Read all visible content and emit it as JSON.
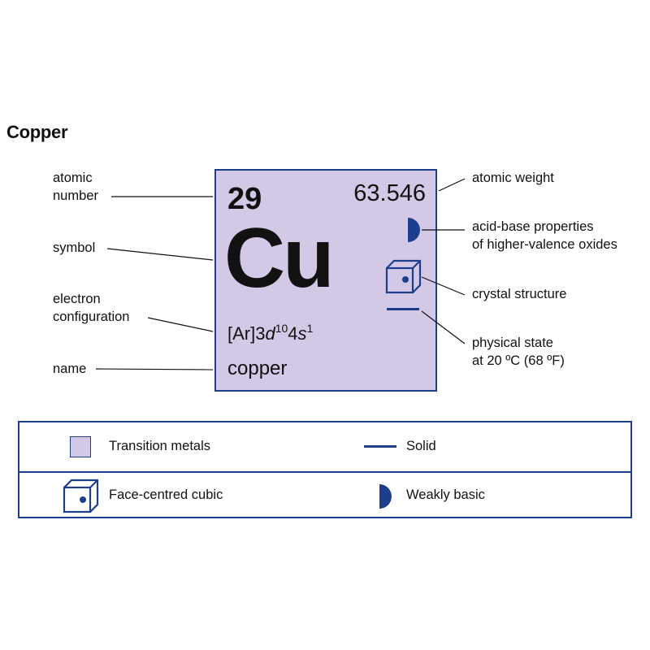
{
  "title": "Copper",
  "element": {
    "atomic_number": "29",
    "atomic_weight": "63.546",
    "symbol": "Cu",
    "config_prefix": "[Ar]3",
    "config_orbital_d": "d",
    "config_d_count": "10",
    "config_mid": "4",
    "config_orbital_s": "s",
    "config_s_count": "1",
    "name": "copper"
  },
  "labels": {
    "atomic_number_line1": "atomic",
    "atomic_number_line2": "number",
    "symbol": "symbol",
    "electron_config_line1": "electron",
    "electron_config_line2": "configuration",
    "name": "name",
    "atomic_weight": "atomic weight",
    "acid_base_line1": "acid-base properties",
    "acid_base_line2": "of higher-valence oxides",
    "crystal_structure": "crystal structure",
    "physical_state_line1": "physical state",
    "physical_state_line2": "at 20 ºC (68 ºF)"
  },
  "legend": {
    "transition_metals": "Transition metals",
    "solid": "Solid",
    "face_centred_cubic": "Face-centred cubic",
    "weakly_basic": "Weakly basic"
  },
  "colors": {
    "accent": "#1d3e8c",
    "transition_metal_fill": "#d3c8e6"
  },
  "icons": {
    "crystal": "face-centred-cubic-icon",
    "acid_base": "half-circle-icon",
    "state": "solid-bar-icon"
  }
}
